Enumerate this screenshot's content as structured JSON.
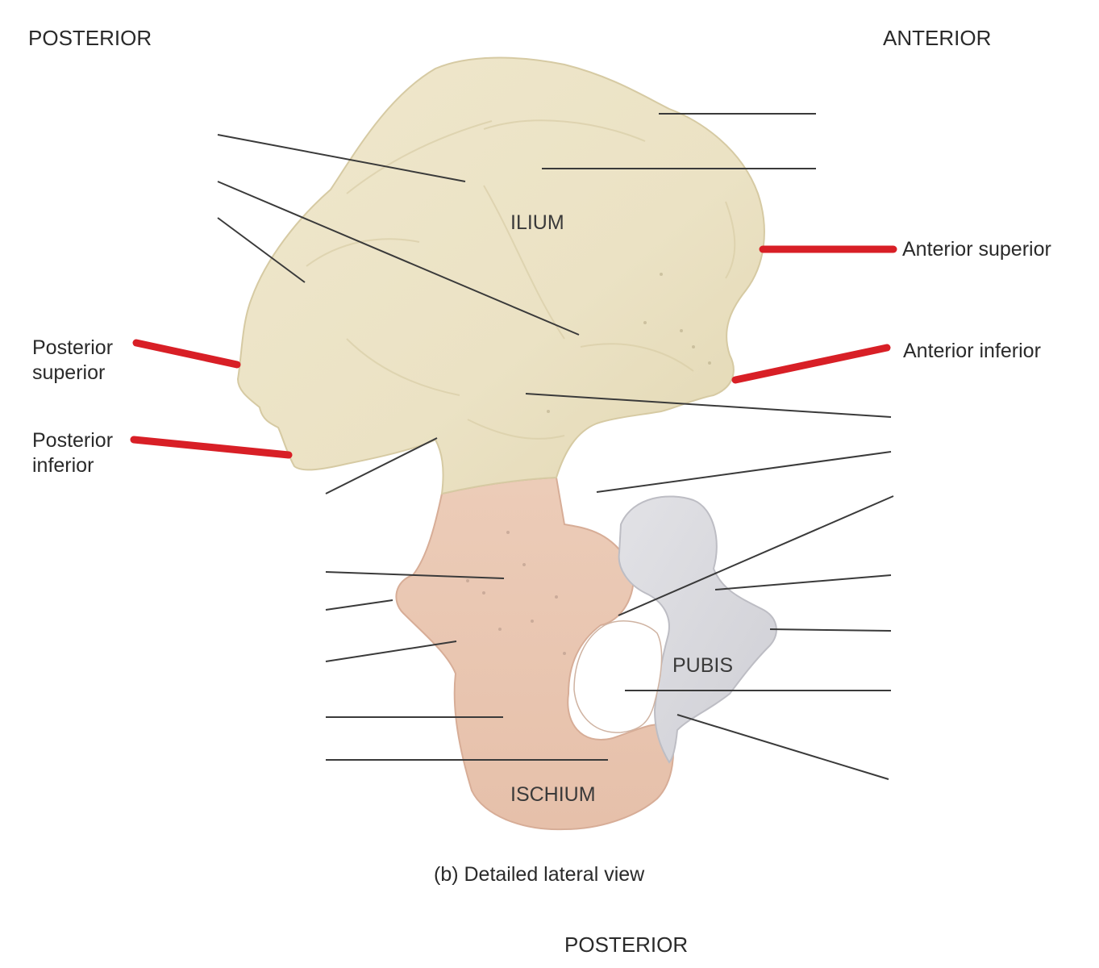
{
  "orientation": {
    "top_left": "POSTERIOR",
    "top_right": "ANTERIOR",
    "bottom": "POSTERIOR"
  },
  "regions": {
    "ilium": "ILIUM",
    "pubis": "PUBIS",
    "ischium": "ISCHIUM"
  },
  "labels": {
    "anterior_superior": "Anterior superior",
    "anterior_inferior": "Anterior inferior",
    "posterior_superior_line1": "Posterior",
    "posterior_superior_line2": "superior",
    "posterior_inferior_line1": "Posterior",
    "posterior_inferior_line2": "inferior"
  },
  "caption": "(b) Detailed lateral view",
  "colors": {
    "ilium": "#ece3c6",
    "ischium": "#eac8b4",
    "pubis": "#d8d8dc",
    "red_leader": "#d81f26",
    "leader": "#3a3a3a"
  }
}
